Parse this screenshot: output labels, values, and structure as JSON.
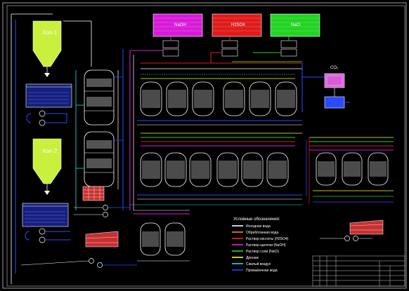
{
  "reagent_tanks": [
    {
      "label": "NaOH",
      "fill": "#d81bd8"
    },
    {
      "label": "H2SO4",
      "fill": "#e01b1b"
    },
    {
      "label": "NaCl",
      "fill": "#22d422"
    }
  ],
  "hoppers": [
    {
      "label": "Хоп-1"
    },
    {
      "label": "Хоп-2"
    }
  ],
  "co2_label": "CO₂",
  "legend": {
    "title": "Условные обозначения:",
    "items": [
      {
        "label": "Исходная вода",
        "color": "#ffffff"
      },
      {
        "label": "Обработанная вода",
        "color": "#ff8c00"
      },
      {
        "label": "Раствор кислоты (H2SO4)",
        "color": "#ff2020"
      },
      {
        "label": "Раствор щелочи (NaOH)",
        "color": "#e020e0"
      },
      {
        "label": "Раствор соли (NaCl)",
        "color": "#20e020"
      },
      {
        "label": "Дренаж",
        "color": "#ffff20"
      },
      {
        "label": "Сжатый воздух",
        "color": "#20e0e0"
      },
      {
        "label": "Промывочная вода",
        "color": "#2040ff"
      }
    ]
  },
  "colors": {
    "blue_line": "#2a4bff",
    "cyan_line": "#22e0e0",
    "yellow": "#f2f21b",
    "hopper_fill": "#c8f03c",
    "white": "#ffffff",
    "frame": "#c8c8c8"
  }
}
